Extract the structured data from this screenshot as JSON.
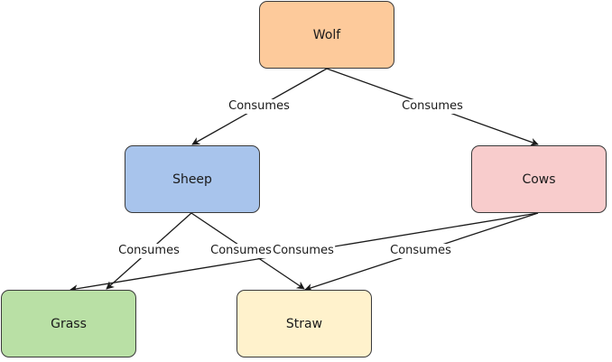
{
  "nodes": {
    "wolf": {
      "label": "Wolf",
      "fill": "#fdca9b"
    },
    "sheep": {
      "label": "Sheep",
      "fill": "#a8c4ec"
    },
    "cows": {
      "label": "Cows",
      "fill": "#f8cccc"
    },
    "grass": {
      "label": "Grass",
      "fill": "#b9e0a5"
    },
    "straw": {
      "label": "Straw",
      "fill": "#fff2cc"
    }
  },
  "edges": [
    {
      "from": "Wolf",
      "to": "Sheep",
      "label": "Consumes"
    },
    {
      "from": "Wolf",
      "to": "Cows",
      "label": "Consumes"
    },
    {
      "from": "Sheep",
      "to": "Grass",
      "label": "Consumes"
    },
    {
      "from": "Sheep",
      "to": "Straw",
      "label": "Consumes"
    },
    {
      "from": "Cows",
      "to": "Grass",
      "label": "Consumes"
    },
    {
      "from": "Cows",
      "to": "Straw",
      "label": "Consumes"
    }
  ],
  "colors": {
    "stroke": "#3a3a3a",
    "text": "#1a1a1a"
  }
}
